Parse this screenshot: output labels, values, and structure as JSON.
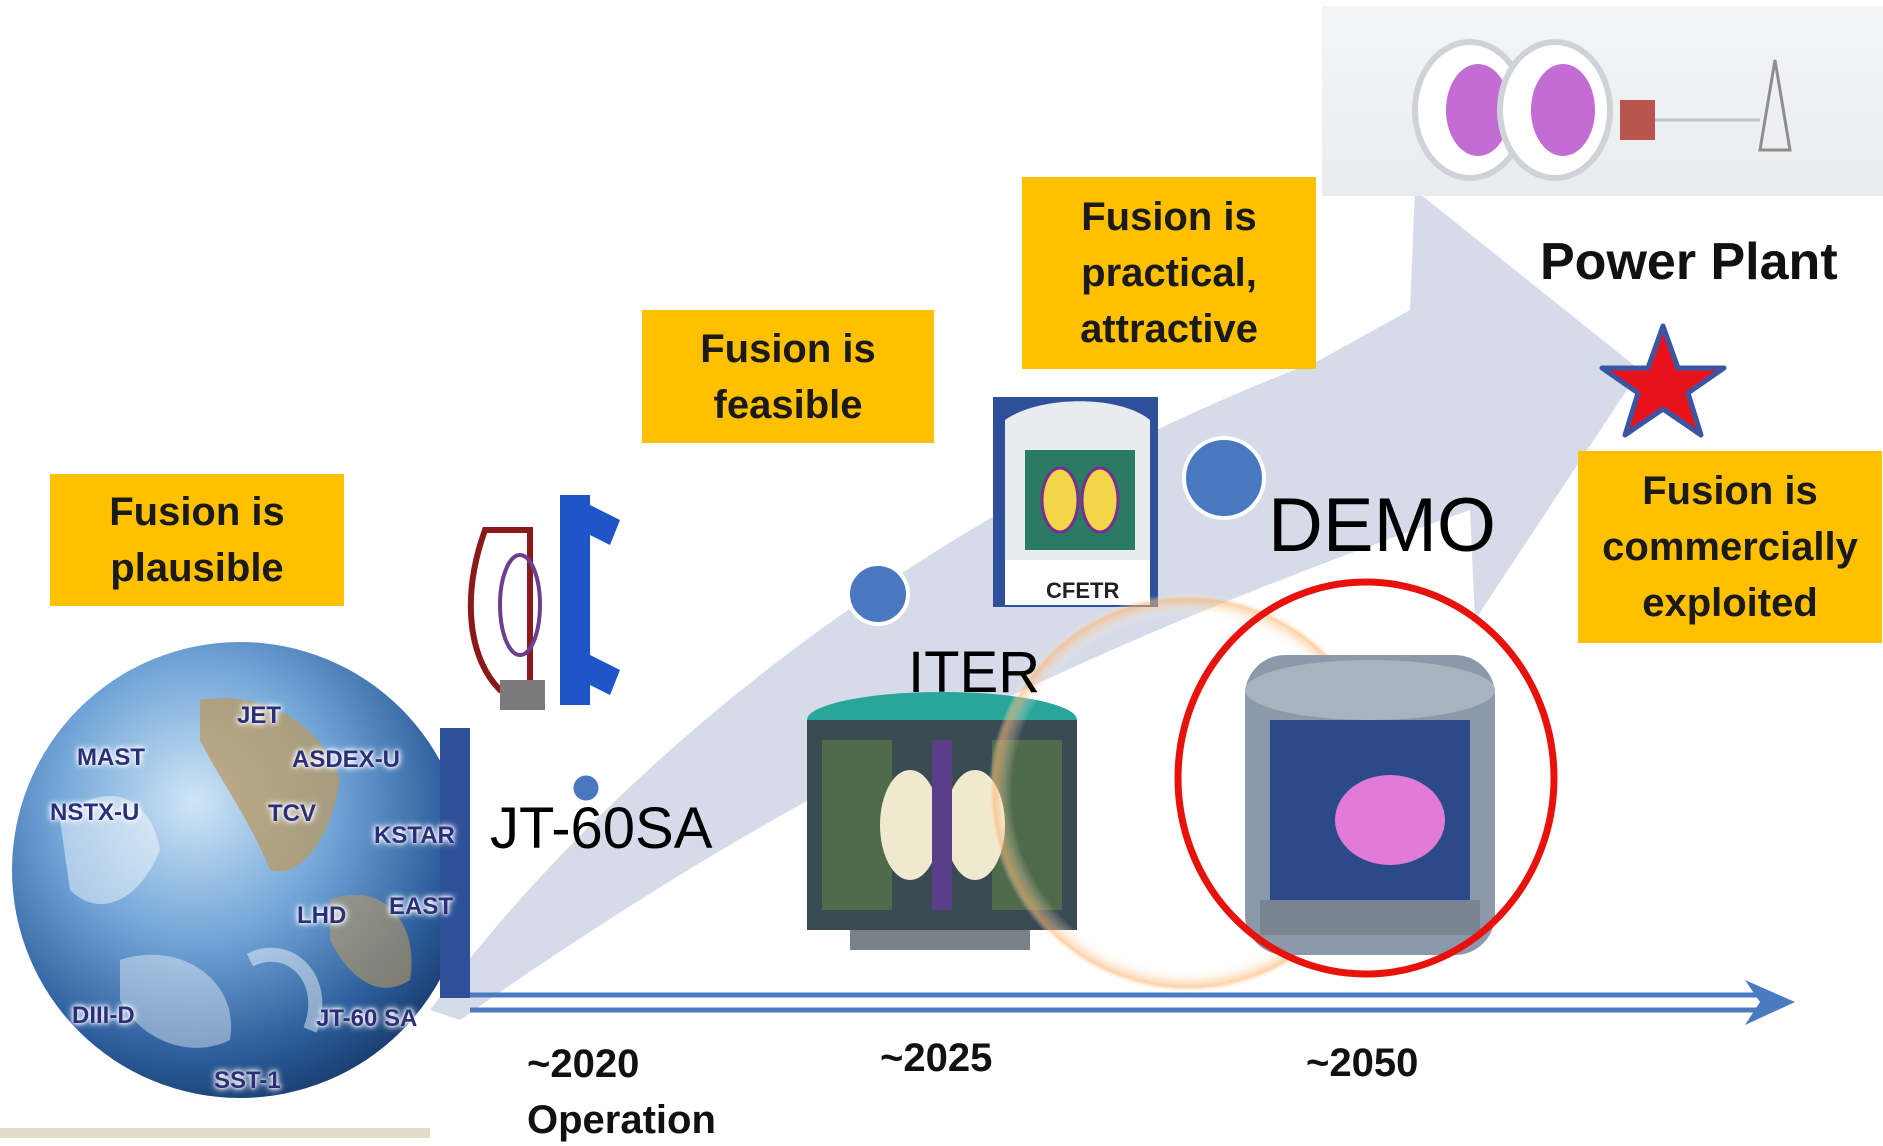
{
  "stages": [
    {
      "id": "plausible",
      "line1": "Fusion is",
      "line2": "plausible"
    },
    {
      "id": "feasible",
      "line1": "Fusion is",
      "line2": "feasible"
    },
    {
      "id": "practical",
      "line1": "Fusion is",
      "line2": "practical,",
      "line3": "attractive"
    },
    {
      "id": "commercial",
      "line1": "Fusion is",
      "line2": "commercially",
      "line3": "exploited"
    }
  ],
  "devices": {
    "jt60sa": "JT-60SA",
    "iter": "ITER",
    "demo": "DEMO",
    "cfetr": "CFETR"
  },
  "power_plant": "Power Plant",
  "timeline": {
    "y2020": "~2020",
    "operation": "Operation",
    "y2025": "~2025",
    "y2050": "~2050"
  },
  "globe_labels": {
    "jet": "JET",
    "mast": "MAST",
    "asdex": "ASDEX-U",
    "nstx": "NSTX-U",
    "tcv": "TCV",
    "kstar": "KSTAR",
    "lhd": "LHD",
    "east": "EAST",
    "diiid": "DIII-D",
    "jt60sa": "JT-60 SA",
    "sst1": "SST-1"
  },
  "colors": {
    "stage_box": "#ffc000",
    "arrow": "#d5dbe9",
    "dot": "#4a78c0",
    "timeline": "#4a7bc0",
    "demo_circle": "#e8120c",
    "star_fill": "#e8121c",
    "star_outline": "#3b55a5"
  }
}
